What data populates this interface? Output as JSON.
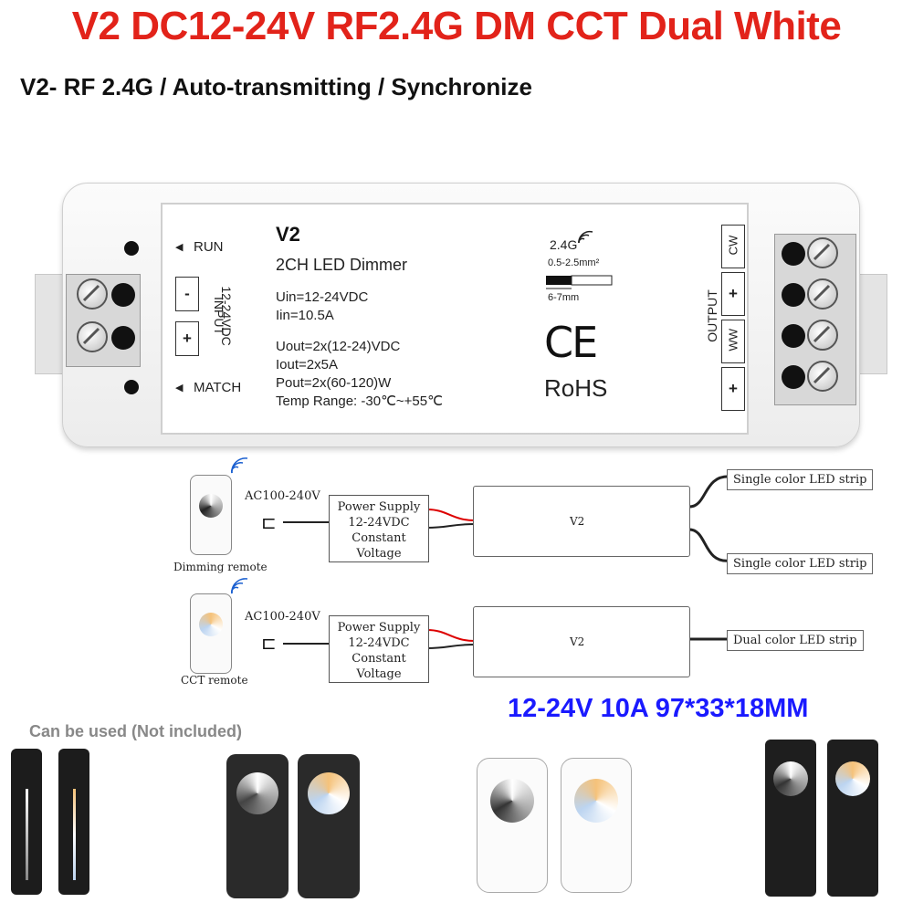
{
  "header": {
    "title": "V2 DC12-24V RF2.4G DM CCT Dual White",
    "subtitle": "V2- RF 2.4G / Auto-transmitting / Synchronize"
  },
  "device": {
    "model": "V2",
    "product_name": "2CH LED Dimmer",
    "run_label": "RUN",
    "match_label": "MATCH",
    "input_label": "INPUT",
    "input_range": "12-24VDC",
    "minus": "-",
    "plus": "+",
    "uin": "Uin=12-24VDC",
    "iin": "Iin=10.5A",
    "uout": "Uout=2x(12-24)VDC",
    "iout": "Iout=2x5A",
    "pout": "Pout=2x(60-120)W",
    "temp": "Temp Range: -30℃~+55℃",
    "rf": "2.4G",
    "wire_spec": "0.5-2.5mm²",
    "strip_len": "6-7mm",
    "ce": "CE",
    "rohs": "RoHS",
    "output_label": "OUTPUT",
    "cw": "CW",
    "ww": "WW"
  },
  "diagram": {
    "ac": "AC100-240V",
    "psu_line1": "Power Supply",
    "psu_line2": "12-24VDC",
    "psu_line3": "Constant Voltage",
    "mini_model": "V2",
    "dimming_remote": "Dimming remote",
    "cct_remote": "CCT remote",
    "single_strip": "Single color LED strip",
    "dual_strip": "Dual color LED strip"
  },
  "specs": {
    "line": "12-24V 10A 97*33*18MM"
  },
  "compat": {
    "label": "Can be used (Not included)"
  },
  "colors": {
    "title": "#e2231a",
    "spec": "#1a1aff"
  }
}
